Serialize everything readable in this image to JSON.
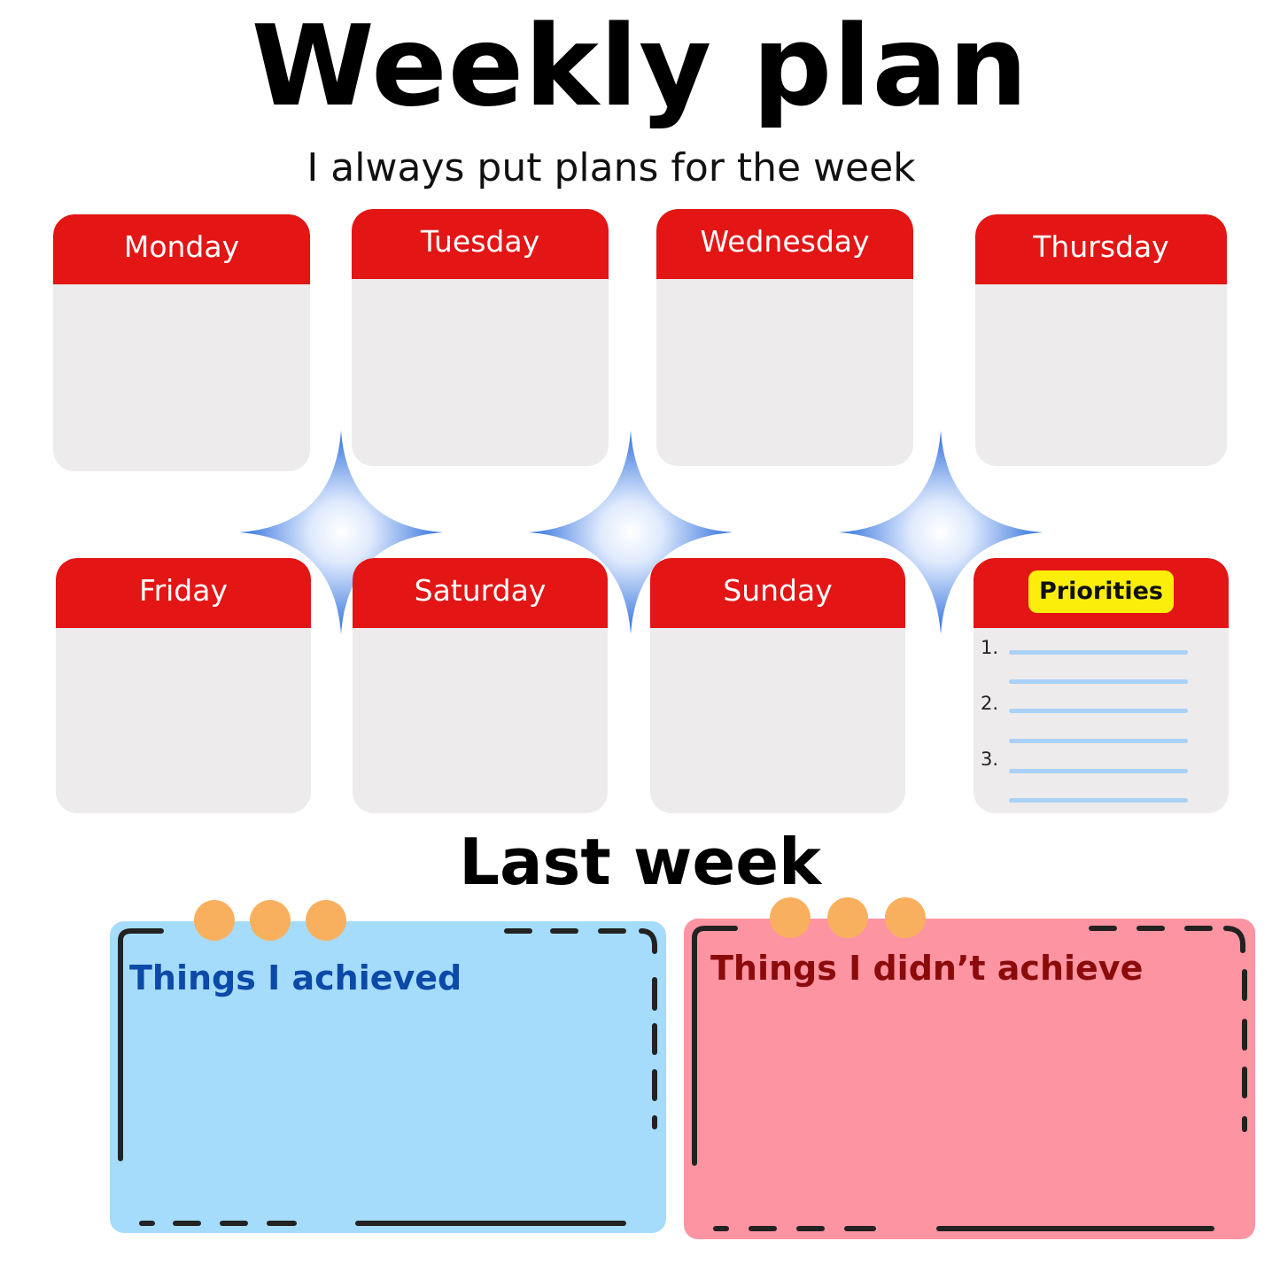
{
  "header": {
    "title": "Weekly plan",
    "subtitle": "I always put plans for the week"
  },
  "days": {
    "monday": "Monday",
    "tuesday": "Tuesday",
    "wednesday": "Wednesday",
    "thursday": "Thursday",
    "friday": "Friday",
    "saturday": "Saturday",
    "sunday": "Sunday"
  },
  "priorities": {
    "label": "Priorities",
    "numbers": [
      "1.",
      "2.",
      "3."
    ]
  },
  "last_week": {
    "title": "Last week",
    "achieved": "Things I achieved",
    "not_achieved": "Things I didn’t achieve"
  },
  "colors": {
    "header_red": "#e31515",
    "card_gray": "#edebeb",
    "badge_yellow": "#fbee0b",
    "achieved_bg": "#a6dcfb",
    "achieved_text": "#0c4aa8",
    "not_achieved_bg": "#fd94a2",
    "not_achieved_text": "#8b0a0a",
    "pin_orange": "#f8b05f",
    "sparkle_blue": "#2f6fdc"
  },
  "icons": {
    "sparkle": "four-point-star-icon",
    "pin": "pin-dot-icon"
  }
}
